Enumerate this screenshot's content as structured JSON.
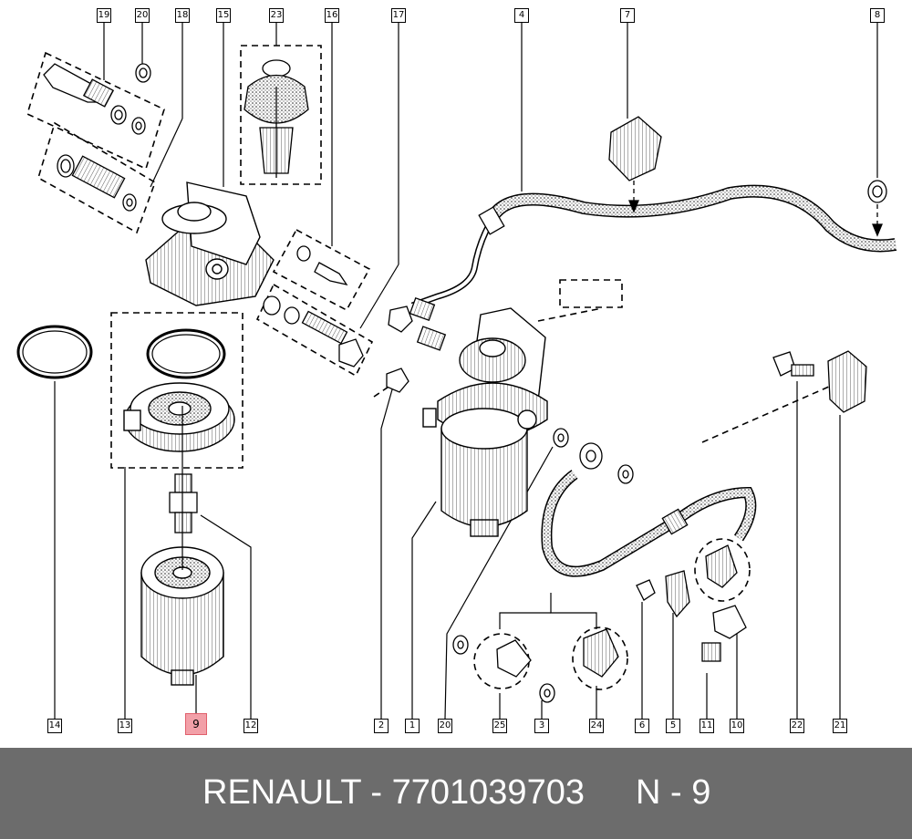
{
  "callouts": {
    "c19": "19",
    "c20": "20",
    "c18": "18",
    "c15": "15",
    "c23": "23",
    "c16": "16",
    "c17": "17",
    "c4": "4",
    "c7": "7",
    "c8": "8",
    "c14": "14",
    "c13": "13",
    "c9": "9",
    "c12": "12",
    "c2": "2",
    "c1": "1",
    "c20b": "20",
    "c25": "25",
    "c3": "3",
    "c24": "24",
    "c6": "6",
    "c5": "5",
    "c11": "11",
    "c10": "10",
    "c22": "22",
    "c21": "21"
  },
  "footer": {
    "brand": "RENAULT - 7701039703",
    "ref": "N - 9"
  },
  "colors": {
    "footer_bg": "#6c6c6c",
    "highlight": "#f2a0a8"
  }
}
